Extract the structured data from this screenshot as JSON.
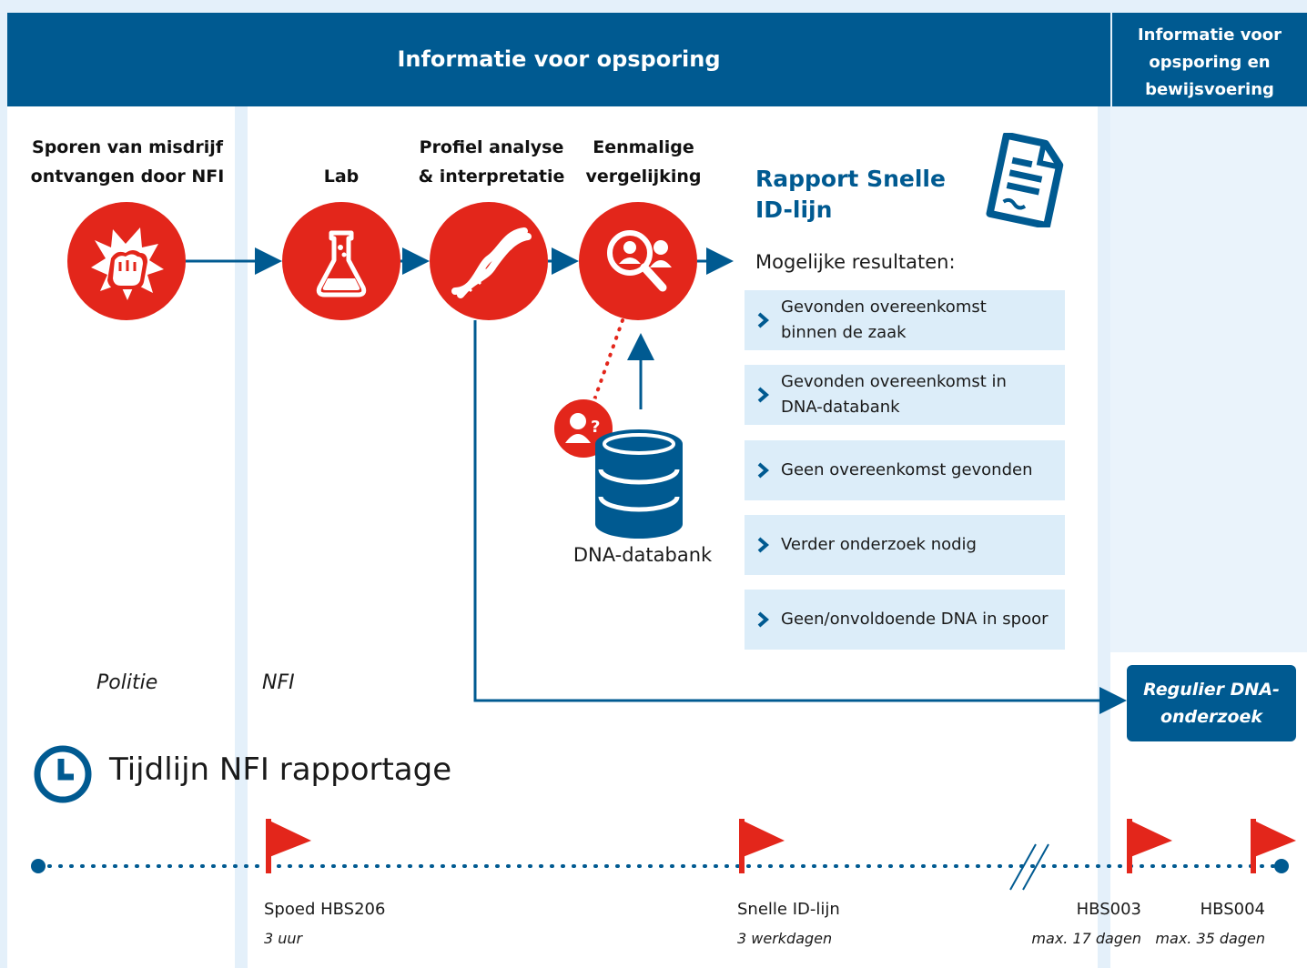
{
  "header": {
    "main_title": "Informatie voor opsporing",
    "side_title": "Informatie voor opsporing en bewijsvoering"
  },
  "steps": [
    {
      "label": "Sporen van misdrijf ontvangen door  NFI",
      "icon": "crime-fist-icon"
    },
    {
      "label": "Lab",
      "icon": "flask-icon"
    },
    {
      "label": "Profiel analyse & interpretatie",
      "icon": "dna-icon"
    },
    {
      "label": "Eenmalige vergelijking",
      "icon": "search-people-icon"
    }
  ],
  "report": {
    "title": "Rapport Snelle ID-lijn",
    "subtitle": "Mogelijke resultaten:",
    "results": [
      "Gevonden overeenkomst binnen de zaak",
      "Gevonden overeenkomst in DNA-databank",
      "Geen overeenkomst gevonden",
      "Verder onderzoek nodig",
      "Geen/onvoldoende DNA in spoor"
    ]
  },
  "database": {
    "label": "DNA-databank",
    "suspect_icon": "unknown-person-icon"
  },
  "lanes": {
    "politie": "Politie",
    "nfi": "NFI"
  },
  "regular": {
    "label": "Regulier DNA-onderzoek"
  },
  "timeline": {
    "title": "Tijdlijn NFI rapportage",
    "milestones": [
      {
        "label": "Spoed HBS206",
        "duration": "3 uur"
      },
      {
        "label": "Snelle ID-lijn",
        "duration": "3 werkdagen"
      },
      {
        "label": "HBS003",
        "duration": "max. 17 dagen"
      },
      {
        "label": "HBS004",
        "duration": "max. 35 dagen"
      }
    ]
  },
  "colors": {
    "navy": "#005a91",
    "red": "#e3261b",
    "light_blue": "#e4f0fa",
    "result_bg": "#dcedf9"
  }
}
